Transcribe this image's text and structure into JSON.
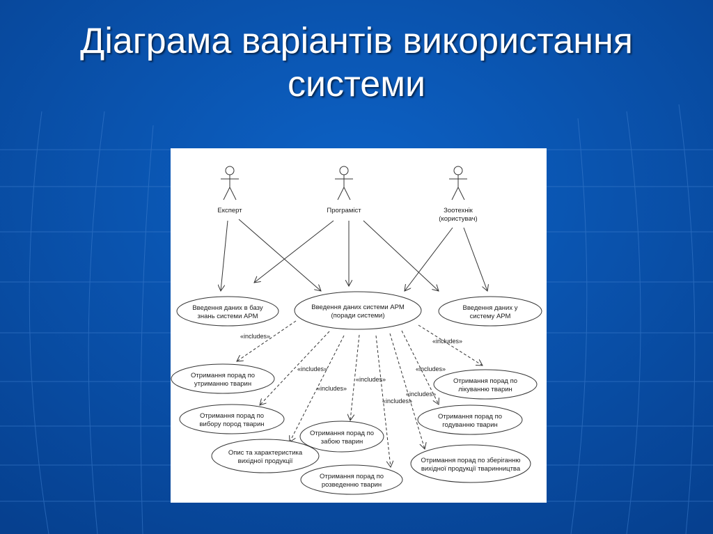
{
  "slide": {
    "title_line1": "Діаграма варіантів використання",
    "title_line2": "системи"
  },
  "diagram": {
    "actors": [
      {
        "id": "expert",
        "label_lines": [
          "Експерт"
        ]
      },
      {
        "id": "programmer",
        "label_lines": [
          "Програміст"
        ]
      },
      {
        "id": "zootechnician",
        "label_lines": [
          "Зоотехнік",
          "(користувач)"
        ]
      }
    ],
    "use_cases": [
      {
        "id": "kb_input",
        "label_lines": [
          "Введення даних в базу",
          "знань системи АРМ"
        ]
      },
      {
        "id": "main",
        "label_lines": [
          "Введення даних системи АРМ",
          "(поради системи)"
        ]
      },
      {
        "id": "sys_input",
        "label_lines": [
          "Введення даних у",
          "систему АРМ"
        ]
      },
      {
        "id": "keeping",
        "label_lines": [
          "Отримання порад по",
          "утриманню тварин"
        ]
      },
      {
        "id": "treatment",
        "label_lines": [
          "Отримання порад по",
          "лікуванню тварин"
        ]
      },
      {
        "id": "breed",
        "label_lines": [
          "Отримання порад по",
          "вибору пород тварин"
        ]
      },
      {
        "id": "feeding",
        "label_lines": [
          "Отримання порад по",
          "годуванню тварин"
        ]
      },
      {
        "id": "slaughter",
        "label_lines": [
          "Отримання порад по",
          "забою тварин"
        ]
      },
      {
        "id": "products",
        "label_lines": [
          "Опис та характеристика",
          "вихідної продукції"
        ]
      },
      {
        "id": "storage",
        "label_lines": [
          "Отримання порад по зберіганню",
          "вихідної продукції тваринництва"
        ]
      },
      {
        "id": "breeding",
        "label_lines": [
          "Отримання порад по",
          "розведенню тварин"
        ]
      }
    ],
    "include_label": "«includes»"
  }
}
